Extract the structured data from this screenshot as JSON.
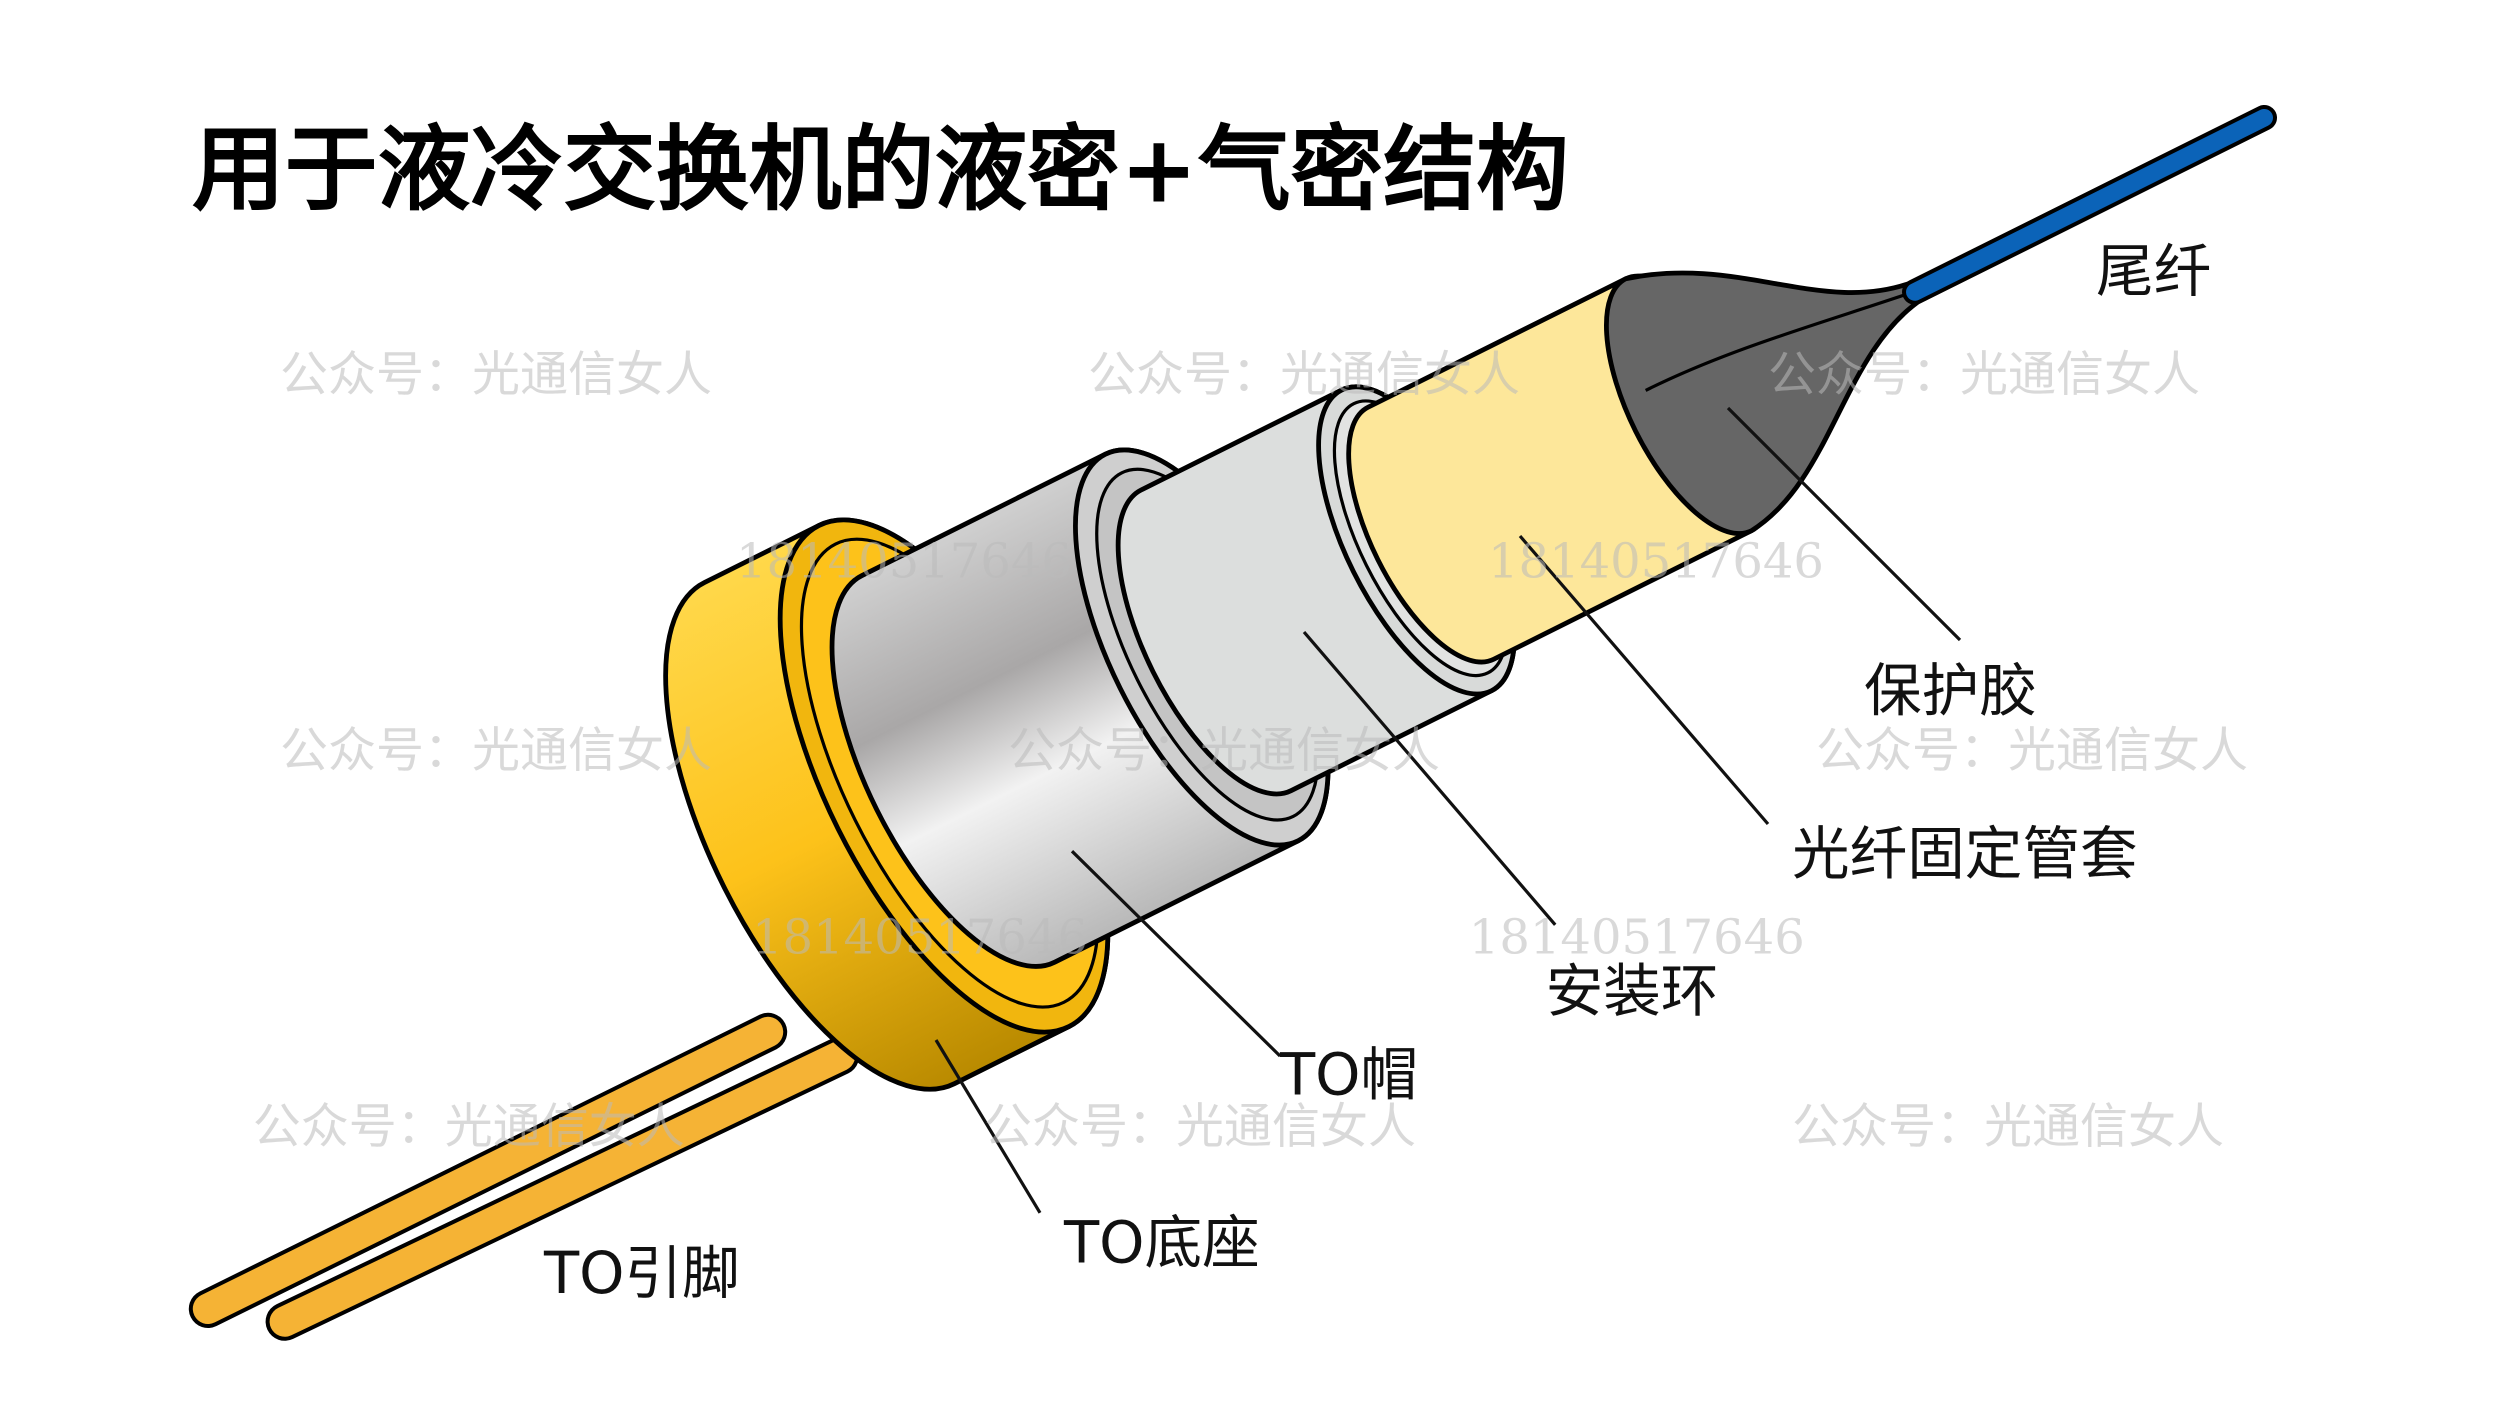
{
  "title": "用于液冷交换机的液密+气密结构",
  "labels": {
    "pigtail": "尾纤",
    "protective_glue": "保护胶",
    "fiber_sleeve": "光纤固定管套",
    "mounting_ring": "安装环",
    "to_cap": "TO帽",
    "to_base": "TO底座",
    "to_pins": "TO引脚"
  },
  "watermarks": {
    "account": "公众号：光通信女人",
    "phone": "18140517646"
  },
  "colors": {
    "gold": "#fdc21a",
    "silver": "#c8c8c8",
    "ring": "#dcdedd",
    "sleeve": "#fde79a",
    "glue": "#666666",
    "fiber": "#0b63b8",
    "pins": "#f5b335"
  }
}
